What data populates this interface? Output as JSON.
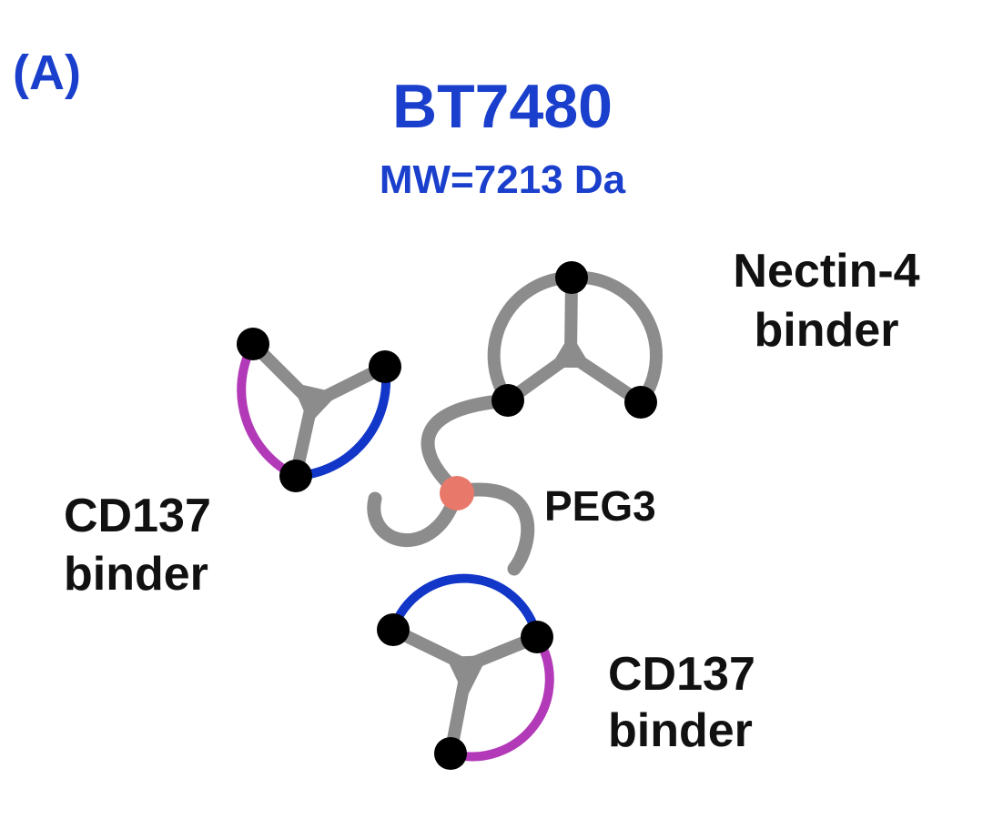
{
  "panel_label": "(A)",
  "title": "BT7480",
  "subtitle": "MW=7213 Da",
  "labels": {
    "nectin_line1": "Nectin-4",
    "nectin_line2": "binder",
    "cd137_left_line1": "CD137",
    "cd137_left_line2": "binder",
    "cd137_bottom_line1": "CD137",
    "cd137_bottom_line2": "binder",
    "peg": "PEG3"
  },
  "colors": {
    "title_blue": "#1a3fcc",
    "loop_grey": "#8c8c8c",
    "loop_blue": "#1237c8",
    "loop_magenta": "#b23ab8",
    "hub": "#e8786a",
    "node": "#000000"
  }
}
